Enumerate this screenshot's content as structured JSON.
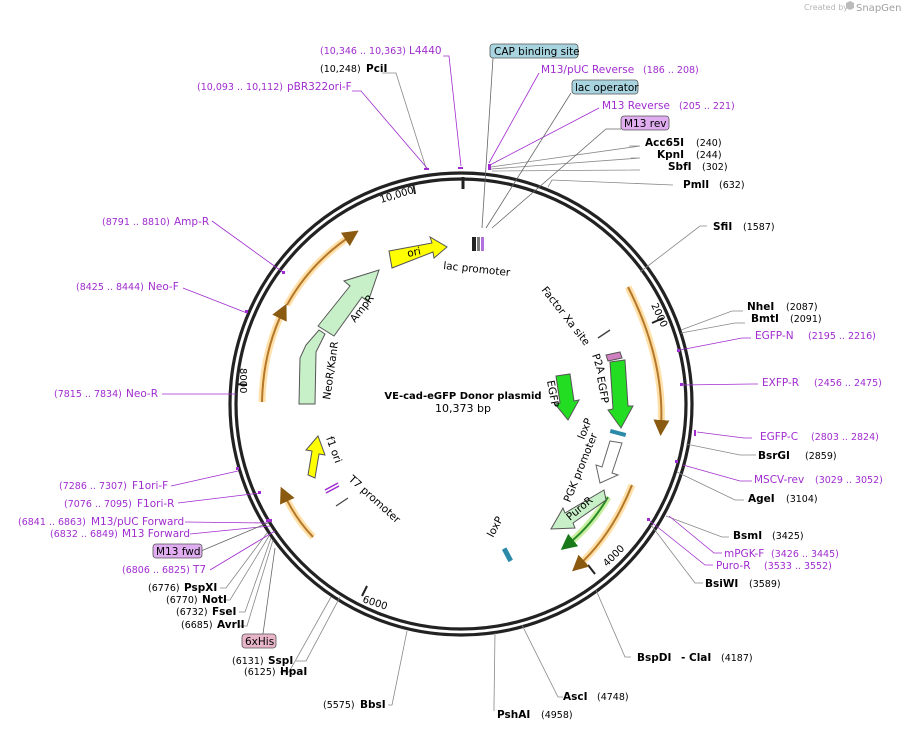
{
  "branding": {
    "created_by": "Created by",
    "product": "SnapGene"
  },
  "plasmid": {
    "name": "VE-cad-eGFP Donor plasmid",
    "length_label": "10,373 bp"
  },
  "ticks": [
    "2000",
    "4000",
    "6000",
    "8000",
    "10,000"
  ],
  "sites": [
    {
      "name": "PciI",
      "coord": "(10,248)"
    },
    {
      "name": "Acc65I",
      "coord": "(240)"
    },
    {
      "name": "KpnI",
      "coord": "(244)"
    },
    {
      "name": "SbfI",
      "coord": "(302)"
    },
    {
      "name": "PmlI",
      "coord": "(632)"
    },
    {
      "name": "SfiI",
      "coord": "(1587)"
    },
    {
      "name": "NheI",
      "coord": "(2087)"
    },
    {
      "name": "BmtI",
      "coord": "(2091)"
    },
    {
      "name": "BsrGI",
      "coord": "(2859)"
    },
    {
      "name": "AgeI",
      "coord": "(3104)"
    },
    {
      "name": "BsmI",
      "coord": "(3425)"
    },
    {
      "name": "BsiWI",
      "coord": "(3589)"
    },
    {
      "name": "BspDI",
      "coord": ""
    },
    {
      "name": "ClaI",
      "coord": "(4187)"
    },
    {
      "name": "AscI",
      "coord": "(4748)"
    },
    {
      "name": "PshAI",
      "coord": "(4958)"
    },
    {
      "name": "BbsI",
      "coord": "(5575)"
    },
    {
      "name": "SspI",
      "coord": "(6131)"
    },
    {
      "name": "HpaI",
      "coord": "(6125)"
    },
    {
      "name": "AvrII",
      "coord": "(6685)"
    },
    {
      "name": "FseI",
      "coord": "(6732)"
    },
    {
      "name": "NotI",
      "coord": "(6770)"
    },
    {
      "name": "PspXI",
      "coord": "(6776)"
    }
  ],
  "primers": [
    {
      "name": "L4440",
      "coord": "(10,346 .. 10,363)"
    },
    {
      "name": "pBR322ori-F",
      "coord": "(10,093 .. 10,112)"
    },
    {
      "name": "M13/pUC Reverse",
      "coord": "(186 .. 208)"
    },
    {
      "name": "M13 Reverse",
      "coord": "(205 .. 221)"
    },
    {
      "name": "EGFP-N",
      "coord": "(2195 .. 2216)"
    },
    {
      "name": "EXFP-R",
      "coord": "(2456 .. 2475)"
    },
    {
      "name": "EGFP-C",
      "coord": "(2803 .. 2824)"
    },
    {
      "name": "MSCV-rev",
      "coord": "(3029 .. 3052)"
    },
    {
      "name": "mPGK-F",
      "coord": "(3426 .. 3445)"
    },
    {
      "name": "Puro-R",
      "coord": "(3533 .. 3552)"
    },
    {
      "name": "Amp-R",
      "coord": "(8791 .. 8810)"
    },
    {
      "name": "Neo-F",
      "coord": "(8425 .. 8444)"
    },
    {
      "name": "Neo-R",
      "coord": "(7815 .. 7834)"
    },
    {
      "name": "F1ori-F",
      "coord": "(7286 .. 7307)"
    },
    {
      "name": "F1ori-R",
      "coord": "(7076 .. 7095)"
    },
    {
      "name": "M13/pUC Forward",
      "coord": "(6841 .. 6863)"
    },
    {
      "name": "M13 Forward",
      "coord": "(6832 .. 6849)"
    },
    {
      "name": "T7",
      "coord": "(6806 .. 6825)"
    }
  ],
  "boxed_features": [
    {
      "name": "CAP binding site",
      "color": "#a8d4e0"
    },
    {
      "name": "lac operator",
      "color": "#a8d4e0"
    },
    {
      "name": "M13 rev",
      "color": "#e0aef0"
    },
    {
      "name": "M13 fwd",
      "color": "#e0aef0"
    },
    {
      "name": "6xHis",
      "color": "#e8b4c8"
    }
  ],
  "features": [
    {
      "name": "lac promoter"
    },
    {
      "name": "ori"
    },
    {
      "name": "AmpR"
    },
    {
      "name": "NeoR/KanR"
    },
    {
      "name": "f1 ori"
    },
    {
      "name": "T7 promoter"
    },
    {
      "name": "Factor Xa site"
    },
    {
      "name": "P2A"
    },
    {
      "name": "EGFP"
    },
    {
      "name": "EGFP"
    },
    {
      "name": "loxP"
    },
    {
      "name": "PGK promoter"
    },
    {
      "name": "PuroR"
    },
    {
      "name": "loxP"
    }
  ],
  "colors": {
    "primer": "#a02ccf",
    "ring": "#222222",
    "egfp": "#22dd22",
    "ori": "#ffff00",
    "ampr": "#c8f0c8",
    "orf_arc": "#e8a030",
    "orf_glow": "#ffe0a8"
  }
}
